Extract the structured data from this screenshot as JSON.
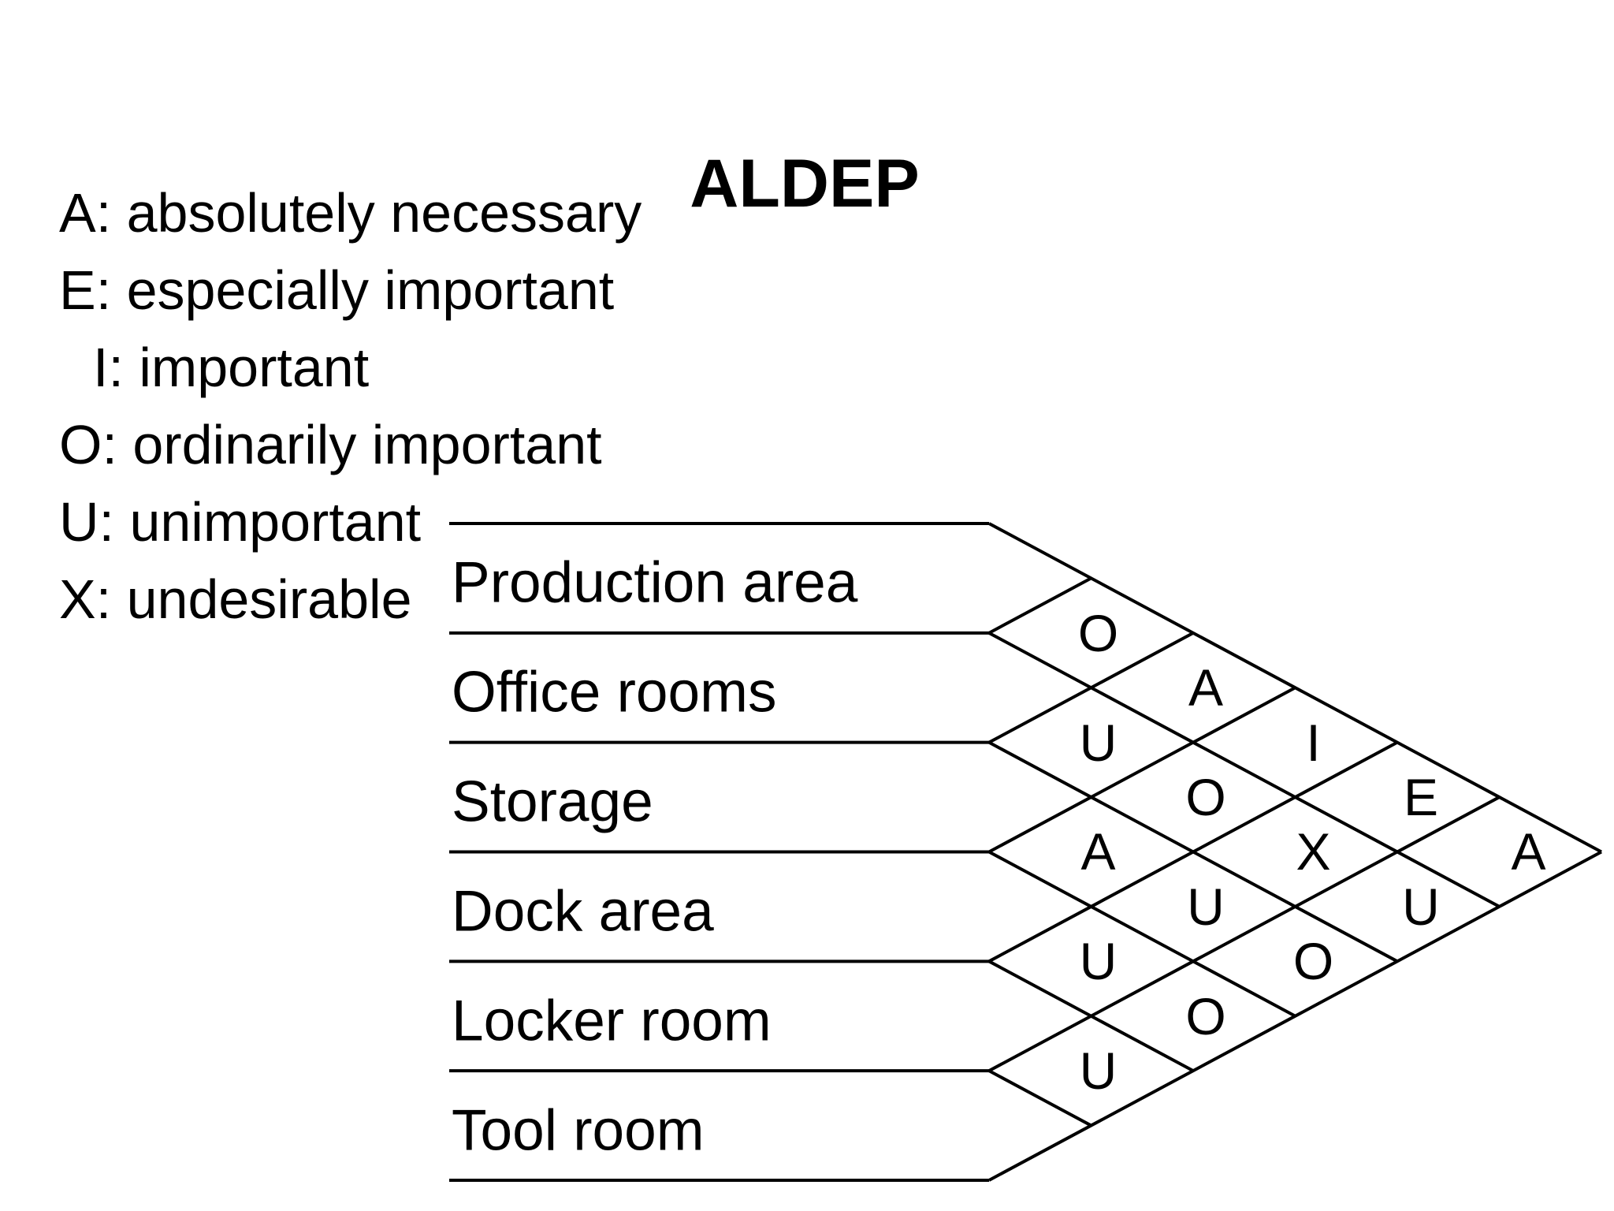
{
  "title": "ALDEP",
  "colors": {
    "background": "#ffffff",
    "ink": "#000000"
  },
  "legend": {
    "items": [
      {
        "code": "A",
        "meaning": "absolutely necessary"
      },
      {
        "code": "E",
        "meaning": "especially important"
      },
      {
        "code": "I",
        "meaning": "important"
      },
      {
        "code": "O",
        "meaning": "ordinarily important"
      },
      {
        "code": "U",
        "meaning": "unimportant"
      },
      {
        "code": "X",
        "meaning": "undesirable"
      }
    ]
  },
  "rooms": [
    "Production area",
    "Office rooms",
    "Storage",
    "Dock area",
    "Locker room",
    "Tool room"
  ],
  "relationships": [
    {
      "a": "Production area",
      "b": "Office rooms",
      "rating": "O"
    },
    {
      "a": "Production area",
      "b": "Storage",
      "rating": "A"
    },
    {
      "a": "Production area",
      "b": "Dock area",
      "rating": "I"
    },
    {
      "a": "Production area",
      "b": "Locker room",
      "rating": "E"
    },
    {
      "a": "Production area",
      "b": "Tool room",
      "rating": "A"
    },
    {
      "a": "Office rooms",
      "b": "Storage",
      "rating": "U"
    },
    {
      "a": "Office rooms",
      "b": "Dock area",
      "rating": "O"
    },
    {
      "a": "Office rooms",
      "b": "Locker room",
      "rating": "X"
    },
    {
      "a": "Office rooms",
      "b": "Tool room",
      "rating": "U"
    },
    {
      "a": "Storage",
      "b": "Dock area",
      "rating": "A"
    },
    {
      "a": "Storage",
      "b": "Locker room",
      "rating": "U"
    },
    {
      "a": "Storage",
      "b": "Tool room",
      "rating": "O"
    },
    {
      "a": "Dock area",
      "b": "Locker room",
      "rating": "U"
    },
    {
      "a": "Dock area",
      "b": "Tool room",
      "rating": "O"
    },
    {
      "a": "Locker room",
      "b": "Tool room",
      "rating": "U"
    }
  ]
}
